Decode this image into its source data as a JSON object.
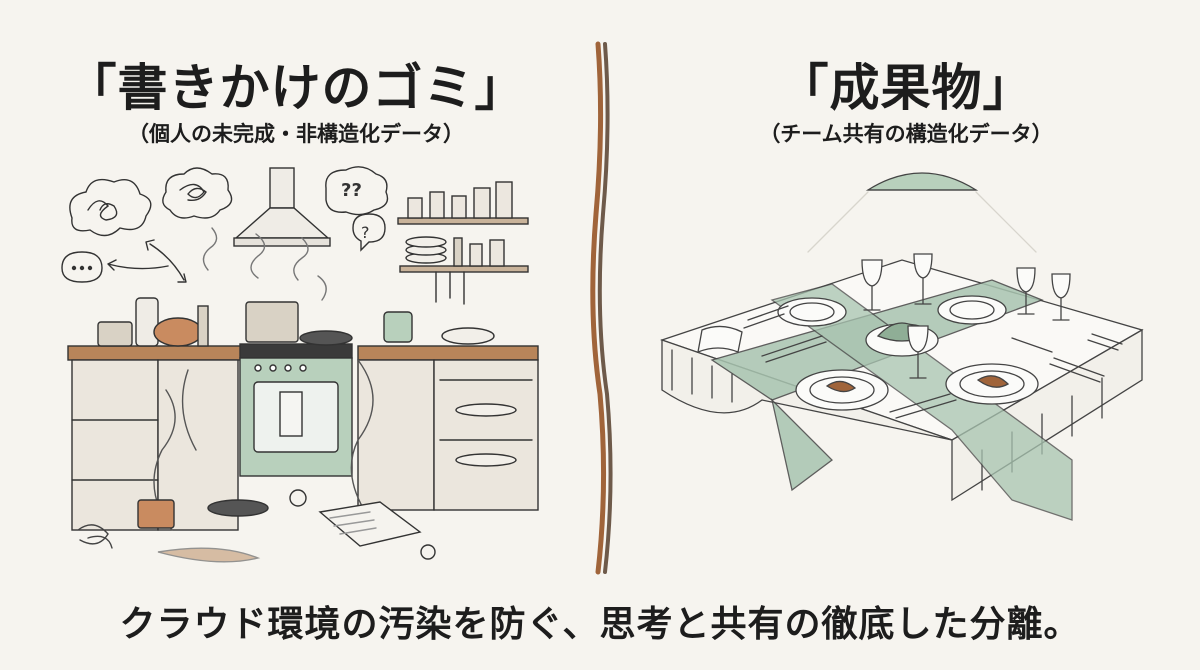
{
  "left_panel": {
    "title": "「書きかけのゴミ」",
    "subtitle": "（個人の未完成・非構造化データ）",
    "illustration": "messy-kitchen"
  },
  "right_panel": {
    "title": "「成果物」",
    "subtitle": "（チーム共有の構造化データ）",
    "illustration": "set-dining-table"
  },
  "caption": "クラウド環境の汚染を防ぐ、思考と共有の徹底した分離。",
  "colors": {
    "background": "#f6f4ef",
    "text": "#1d1d1d",
    "divider_brown": "#a0643a",
    "divider_dark": "#6e5a4a",
    "tablecloth_green": "#a8c4b0",
    "kitchen_green": "#b8d0bc",
    "wood": "#b8855a"
  }
}
